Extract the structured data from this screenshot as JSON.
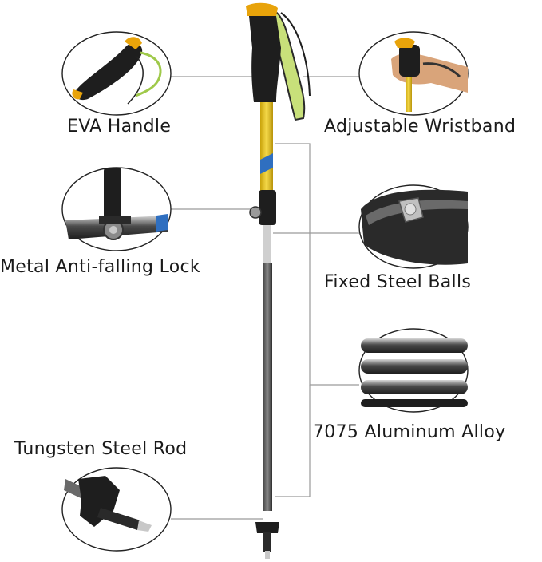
{
  "labels": {
    "eva_handle": "EVA Handle",
    "adjustable_wristband": "Adjustable Wristband",
    "metal_lock": "Metal Anti-falling Lock",
    "fixed_steel_balls": "Fixed Steel Balls",
    "aluminum_alloy": "7075 Aluminum Alloy",
    "tungsten_rod": "Tungsten Steel Rod"
  },
  "colors": {
    "pole_yellow": "#e8c21a",
    "grip_black": "#1e1e1e",
    "strap_green": "#c8e07a",
    "accent_blue": "#2f6fc0",
    "shaft_gray": "#5a5a5a",
    "line_gray": "#9a9a9a"
  }
}
